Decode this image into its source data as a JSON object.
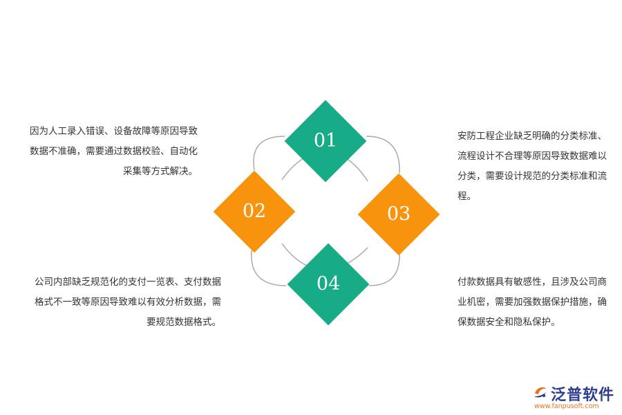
{
  "items": [
    {
      "number": "01",
      "color": "#17ab87",
      "description": [
        "因为人工录入错误、设备故障等原因导致",
        "数据不准确，需要通过数据校验、自动化",
        "采集等方式解决。"
      ]
    },
    {
      "number": "02",
      "color": "#f7930d",
      "description": [
        "公司内部缺乏规范化的支付一览表、支付数据",
        "格式不一致等原因导致难以有效分析数据，需",
        "要规范数据格式。"
      ]
    },
    {
      "number": "03",
      "color": "#f7930d",
      "description": [
        "安防工程企业缺乏明确的分类标准、",
        "流程设计不合理等原因导致数据难以",
        "分类，需要设计规范的分类标准和流",
        "程。"
      ]
    },
    {
      "number": "04",
      "color": "#17ab87",
      "description": [
        "付款数据具有敏感性，且涉及公司商",
        "业机密，需要加强数据保护措施，确",
        "保数据安全和隐私保护。"
      ]
    }
  ],
  "logo": {
    "name": "泛普软件",
    "url": "www.fanpusoft.com"
  }
}
